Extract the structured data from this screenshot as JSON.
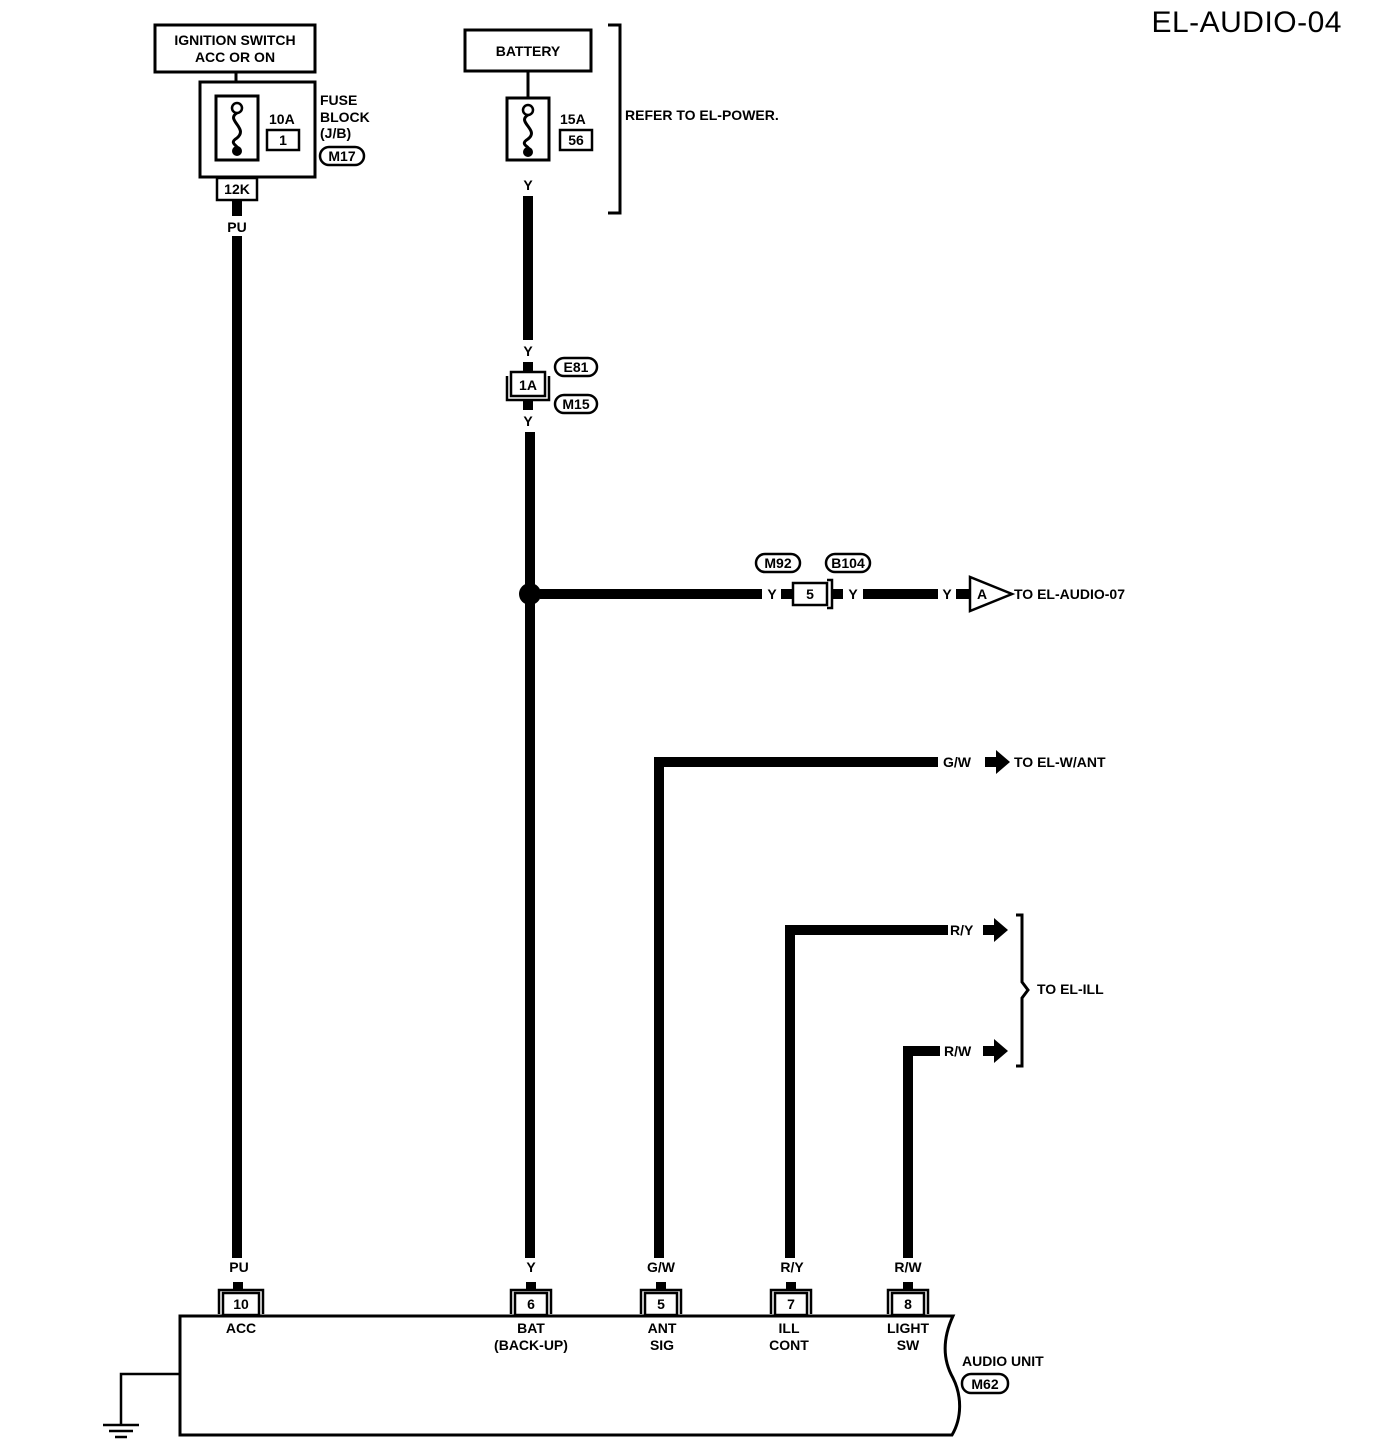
{
  "title": "EL-AUDIO-04",
  "ignition": {
    "line1": "IGNITION SWITCH",
    "line2": "ACC OR ON"
  },
  "fuse_block": {
    "rating": "10A",
    "number": "1",
    "label1": "FUSE",
    "label2": "BLOCK",
    "label3": "(J/B)",
    "connector": "M17",
    "terminal": "12K"
  },
  "battery": {
    "label": "BATTERY",
    "fuse_rating": "15A",
    "fuse_number": "56",
    "note": "REFER TO EL-POWER."
  },
  "joint_connector": {
    "terminal": "1A",
    "upper": "E81",
    "lower": "M15"
  },
  "branch_connector": {
    "terminal": "5",
    "left": "M92",
    "right": "B104"
  },
  "destinations": {
    "audio07_marker": "A",
    "audio07": "TO EL-AUDIO-07",
    "want": "TO EL-W/ANT",
    "ill": "TO EL-ILL"
  },
  "wire_colors": {
    "pu": "PU",
    "y": "Y",
    "gw": "G/W",
    "ry": "R/Y",
    "rw": "R/W"
  },
  "audio_unit": {
    "name": "AUDIO UNIT",
    "connector": "M62",
    "terminals": [
      {
        "number": "10",
        "name1": "ACC",
        "name2": ""
      },
      {
        "number": "6",
        "name1": "BAT",
        "name2": "(BACK-UP)"
      },
      {
        "number": "5",
        "name1": "ANT",
        "name2": "SIG"
      },
      {
        "number": "7",
        "name1": "ILL",
        "name2": "CONT"
      },
      {
        "number": "8",
        "name1": "LIGHT",
        "name2": "SW"
      }
    ]
  }
}
